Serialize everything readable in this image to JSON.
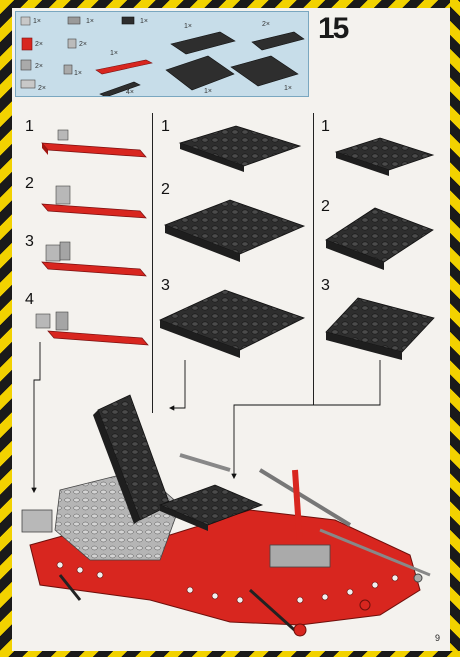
{
  "step_number": "15",
  "page_number": "9",
  "parts_list": {
    "counts": [
      "1×",
      "1×",
      "1×",
      "2×",
      "2×",
      "2×",
      "1×",
      "1×",
      "2×",
      "1×",
      "4×",
      "2×",
      "1×",
      "1×"
    ]
  },
  "substeps": {
    "column1": [
      "1",
      "2",
      "3",
      "4"
    ],
    "column2": [
      "1",
      "2",
      "3"
    ],
    "column3": [
      "1",
      "2",
      "3"
    ]
  },
  "colors": {
    "red": "#d8261f",
    "dark": "#2e2e2e",
    "grey": "#b8b8b8",
    "parts_bg": "#c7dde9",
    "stripe_yellow": "#f2d200"
  }
}
